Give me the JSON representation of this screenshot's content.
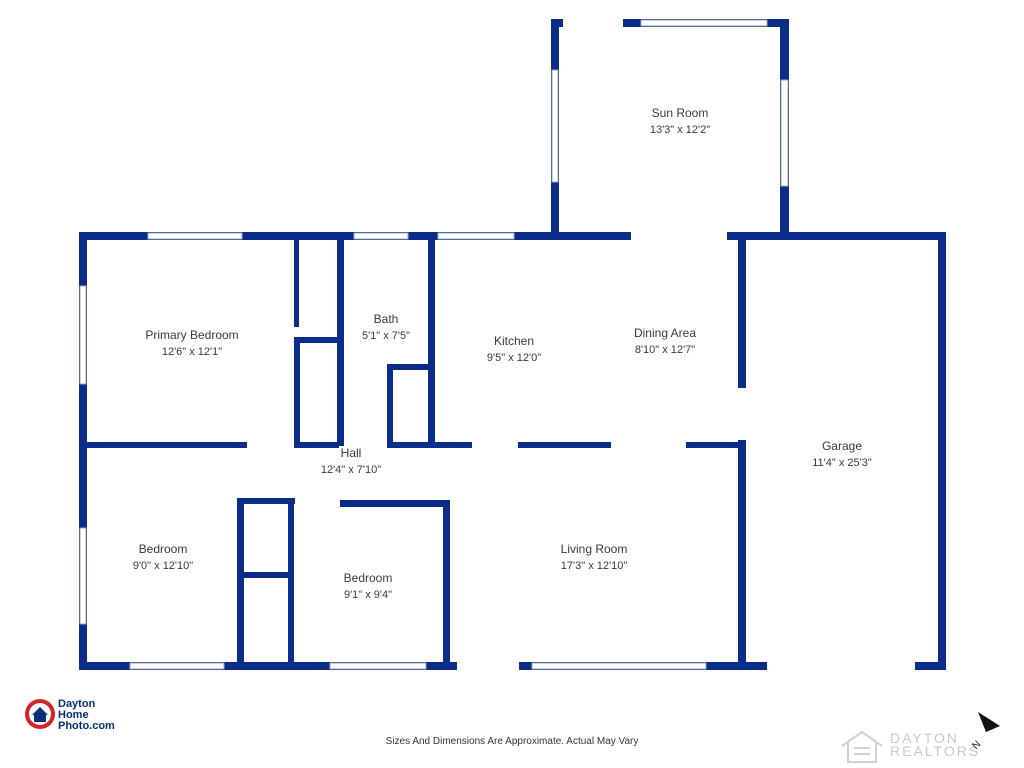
{
  "rooms": {
    "sun_room": {
      "name": "Sun Room",
      "dims": "13'3\" x 12'2\""
    },
    "primary_bedroom": {
      "name": "Primary Bedroom",
      "dims": "12'6\" x 12'1\""
    },
    "bath": {
      "name": "Bath",
      "dims": "5'1\" x 7'5\""
    },
    "kitchen": {
      "name": "Kitchen",
      "dims": "9'5\" x 12'0\""
    },
    "dining_area": {
      "name": "Dining Area",
      "dims": "8'10\" x 12'7\""
    },
    "garage": {
      "name": "Garage",
      "dims": "11'4\" x 25'3\""
    },
    "hall": {
      "name": "Hall",
      "dims": "12'4\" x 7'10\""
    },
    "bedroom_2": {
      "name": "Bedroom",
      "dims": "9'0\" x 12'10\""
    },
    "bedroom_3": {
      "name": "Bedroom",
      "dims": "9'1\" x 9'4\""
    },
    "living_room": {
      "name": "Living Room",
      "dims": "17'3\" x 12'10\""
    }
  },
  "footer": {
    "note": "Sizes And Dimensions Are Approximate. Actual May Vary"
  },
  "brand": {
    "line1": "Dayton",
    "line2": "Home",
    "line3": "Photo.com"
  },
  "watermark": {
    "line1": "DAYTON",
    "line2": "REALTORS"
  },
  "compass": {
    "label": "N"
  },
  "colors": {
    "wall": "#0a2d8a",
    "window": "#b9d3e2",
    "brand_red": "#d2232a",
    "text": "#3a3a3a"
  }
}
